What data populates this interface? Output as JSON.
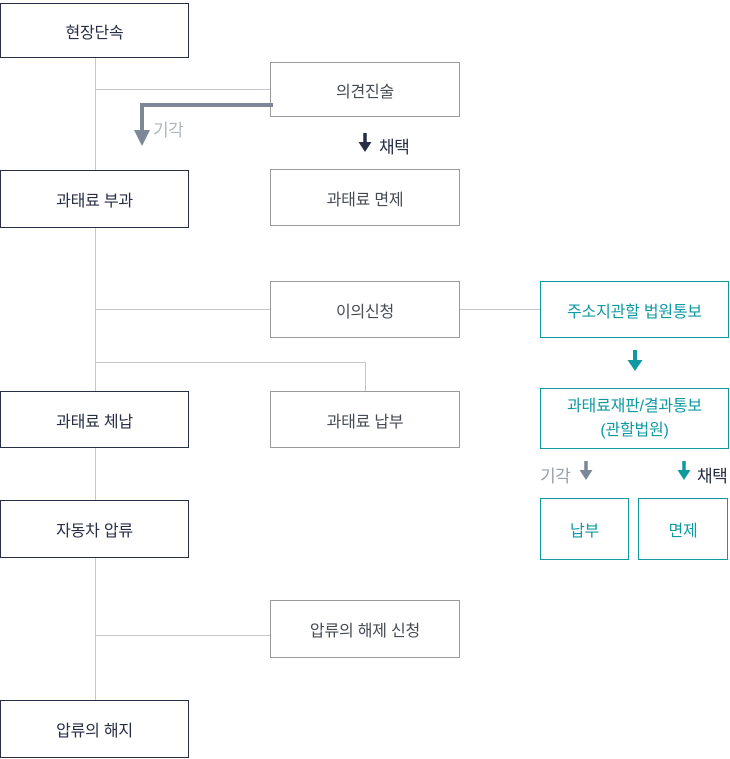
{
  "colors": {
    "dark_navy": "#272e45",
    "box_gray_border": "#9b9b9b",
    "teal_accent": "#0f9aa2",
    "connector_gray": "#c3c6ca",
    "reject_arrow_gray": "#7e8798"
  },
  "nodes": {
    "field_crackdown": "현장단속",
    "opinion_statement": "의견진술",
    "fine_imposition": "과태료 부과",
    "fine_exemption": "과태료 면제",
    "objection": "이의신청",
    "court_notification": "주소지관할 법원통보",
    "fine_trial_line1": "과태료재판/결과통보",
    "fine_trial_line2": "(관할법원)",
    "fine_arrears": "과태료 체납",
    "fine_payment": "과태료 납부",
    "payment": "납부",
    "exemption": "면제",
    "vehicle_seizure": "자동차 압류",
    "seizure_release_request": "압류의 해제 신청",
    "seizure_termination": "압류의 해지"
  },
  "labels": {
    "reject_top": "기각",
    "adopt_top": "채택",
    "reject_bottom": "기각",
    "adopt_bottom": "채택"
  }
}
